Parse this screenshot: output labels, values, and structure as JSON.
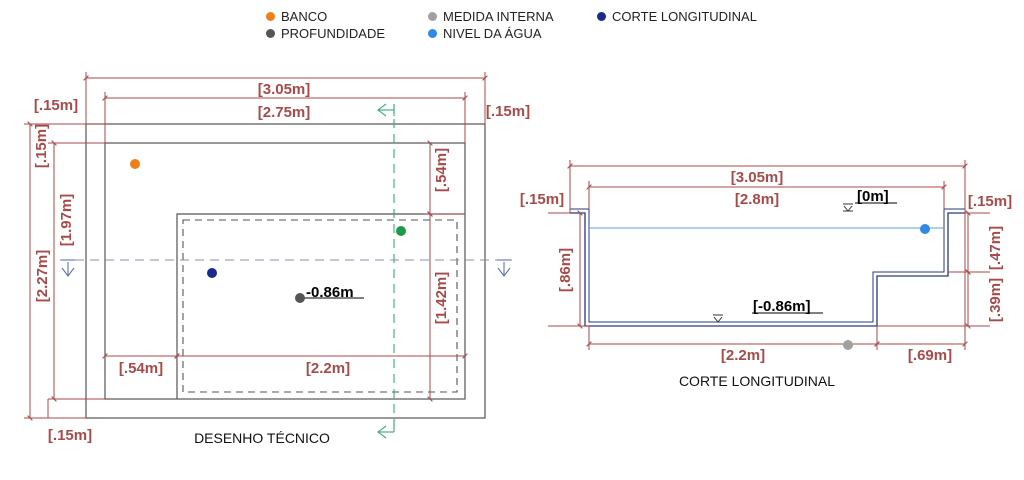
{
  "legend": {
    "banco": {
      "label": "BANCO",
      "color": "#f07f1a"
    },
    "profundidade": {
      "label": "PROFUNDIDADE",
      "color": "#555555"
    },
    "medida_interna": {
      "label": "MEDIDA INTERNA",
      "color": "#a0a0a0"
    },
    "nivel_agua": {
      "label": "NIVEL DA ÁGUA",
      "color": "#2e8ae6"
    },
    "corte_longitudinal": {
      "label": "CORTE LONGITUDINAL",
      "color": "#1a2a8a"
    },
    "marker_green_color": "#1a9a4a"
  },
  "plan": {
    "caption": "DESENHO TÉCNICO",
    "dim_total_width": "[3.05m]",
    "dim_inner_width": "[2.75m]",
    "dim_left_border": "[.15m]",
    "dim_right_border": "[.15m]",
    "dim_top_border": "[.15m]",
    "dim_inner_height": "[1.97m]",
    "dim_total_height": "[2.27m]",
    "dim_bottom_border": "[.15m]",
    "dim_bench_depth": "[.54m]",
    "dim_deep_height": "[1.42m]",
    "dim_bench_width": "[.54m]",
    "dim_deep_width": "[2.2m]",
    "depth_label": "-0.86m"
  },
  "section": {
    "caption": "CORTE LONGITUDINAL",
    "dim_total_width": "[3.05m]",
    "dim_inner_width": "[2.8m]",
    "dim_left_border": "[.15m]",
    "dim_right_border": "[.15m]",
    "level_top": "[0m]",
    "level_bottom": "[-0.86m]",
    "dim_depth": "[.86m]",
    "dim_bench_level": "[.47m]",
    "dim_bench_height": "[.39m]",
    "dim_deep_width": "[2.2m]",
    "dim_bench_width": "[.69m]"
  },
  "colors": {
    "dimension": "#a94a4a",
    "outline": "#555555",
    "section_line": "#2a3a7a",
    "water_line": "#5aa0e0",
    "cut_line": "#3aaa7a"
  }
}
